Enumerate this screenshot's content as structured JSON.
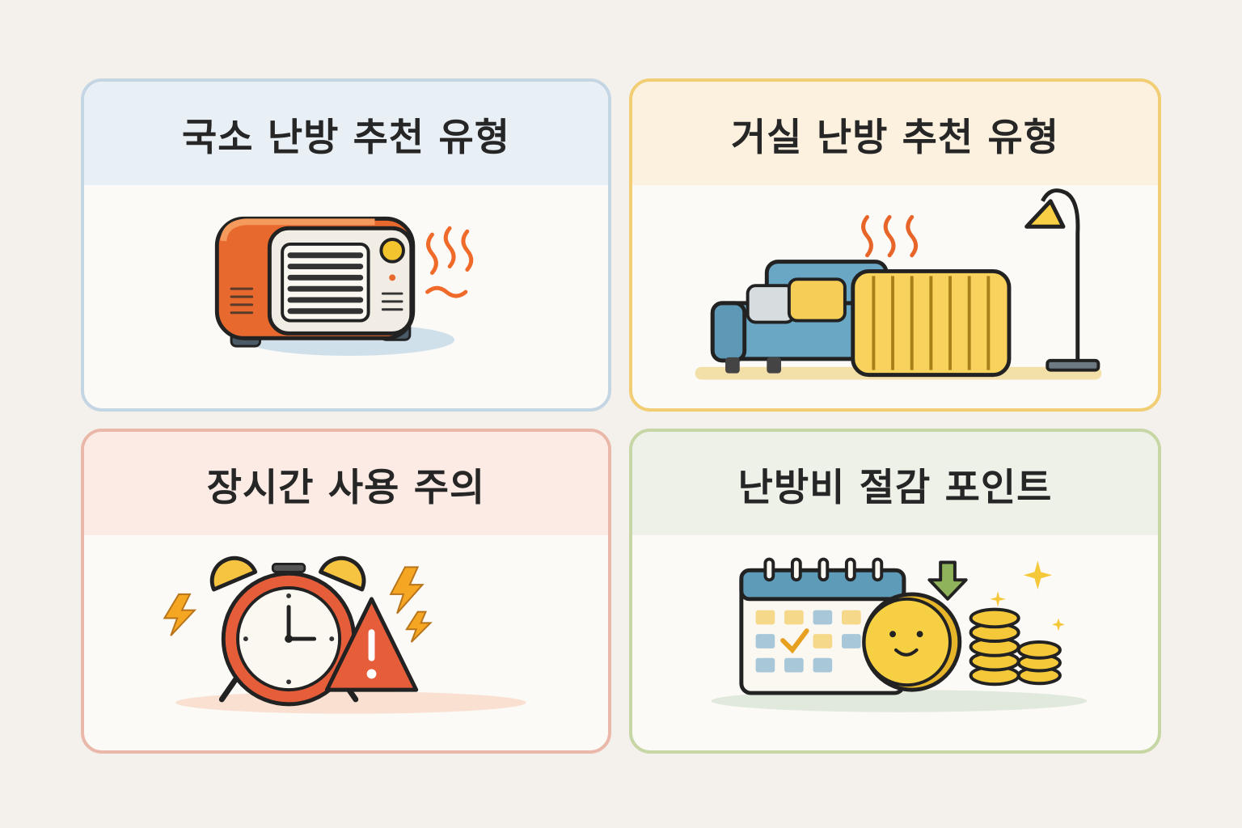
{
  "cards": [
    {
      "title": "국소 난방 추천 유형",
      "illustration": "space-heater-icon"
    },
    {
      "title": "거실 난방 추천 유형",
      "illustration": "living-room-radiator-icon"
    },
    {
      "title": "장시간 사용 주의",
      "illustration": "alarm-clock-warning-icon"
    },
    {
      "title": "난방비 절감 포인트",
      "illustration": "calendar-coins-icon"
    }
  ],
  "colors": {
    "background": "#f4f1ed",
    "card1_border": "#c4d6e3",
    "card2_border": "#f1cd73",
    "card3_border": "#eab8a8",
    "card4_border": "#c7d6a5"
  }
}
